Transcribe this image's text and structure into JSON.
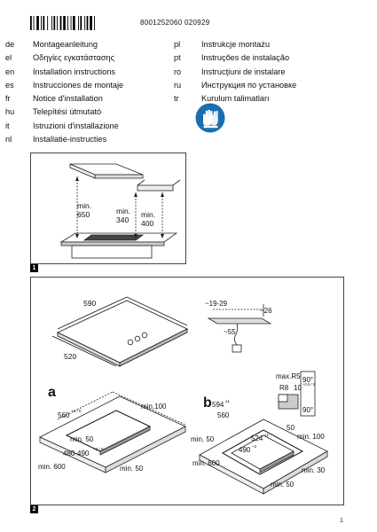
{
  "header": {
    "document_number": "8001252060 020929"
  },
  "languages_left": [
    {
      "code": "de",
      "title": "Montageanleitung"
    },
    {
      "code": "el",
      "title": "Οδηγίες εγκατάστασης"
    },
    {
      "code": "en",
      "title": "Installation instructions"
    },
    {
      "code": "es",
      "title": "Instrucciones de montaje"
    },
    {
      "code": "fr",
      "title": "Notice d'installation"
    },
    {
      "code": "hu",
      "title": "Telepítési útmutató"
    },
    {
      "code": "it",
      "title": "Istruzioni d'installazione"
    },
    {
      "code": "nl",
      "title": "Installatie-instructies"
    }
  ],
  "languages_right": [
    {
      "code": "pl",
      "title": "Instrukcje montażu"
    },
    {
      "code": "pt",
      "title": "Instruções de instalação"
    },
    {
      "code": "ro",
      "title": "Instrucţiuni de instalare"
    },
    {
      "code": "ru",
      "title": "Инструкция по установке"
    },
    {
      "code": "tr",
      "title": "Kurulum talimatları"
    }
  ],
  "figure1": {
    "label": "1",
    "dim_a_1": "min.",
    "dim_a_2": "650",
    "dim_b_1": "min.",
    "dim_b_2": "340",
    "dim_c_1": "min.",
    "dim_c_2": "400"
  },
  "figure2": {
    "label": "2",
    "hob_width": "590",
    "hob_depth": "520",
    "edge_range": "~19-29",
    "edge_height": "~26",
    "cable_dim": "~55",
    "variant_a": {
      "letter": "a",
      "dim_width": "560",
      "dim_width_tol": "+2 / 0",
      "dim_back": "min.100",
      "dim_left": "min. 50",
      "dim_depth": "480-490",
      "dim_depth_tol": "+2 / 0",
      "dim_front": "min. 600",
      "dim_right": "min. 50"
    },
    "variant_b": {
      "letter": "b",
      "dim_outer": "594",
      "dim_outer_tol": "±1",
      "dim_width": "560",
      "dim_max_radius": "max.R5",
      "dim_r8": "R8",
      "dim_step": "10",
      "dim_step_tol": "+0.5 / 0",
      "angle_top": "90°",
      "angle_bottom": "90°",
      "dim_rebate": "50",
      "dim_inner_w": "524",
      "dim_inner_w_tol": "±1",
      "dim_inner_d": "490",
      "dim_inner_d_tol": "+2",
      "dim_left": "min. 50",
      "dim_back": "min. 100",
      "dim_front": "min. 600",
      "dim_right": "min. 30",
      "dim_bottom": "min. 50"
    }
  },
  "footer": {
    "page_number": "1"
  }
}
